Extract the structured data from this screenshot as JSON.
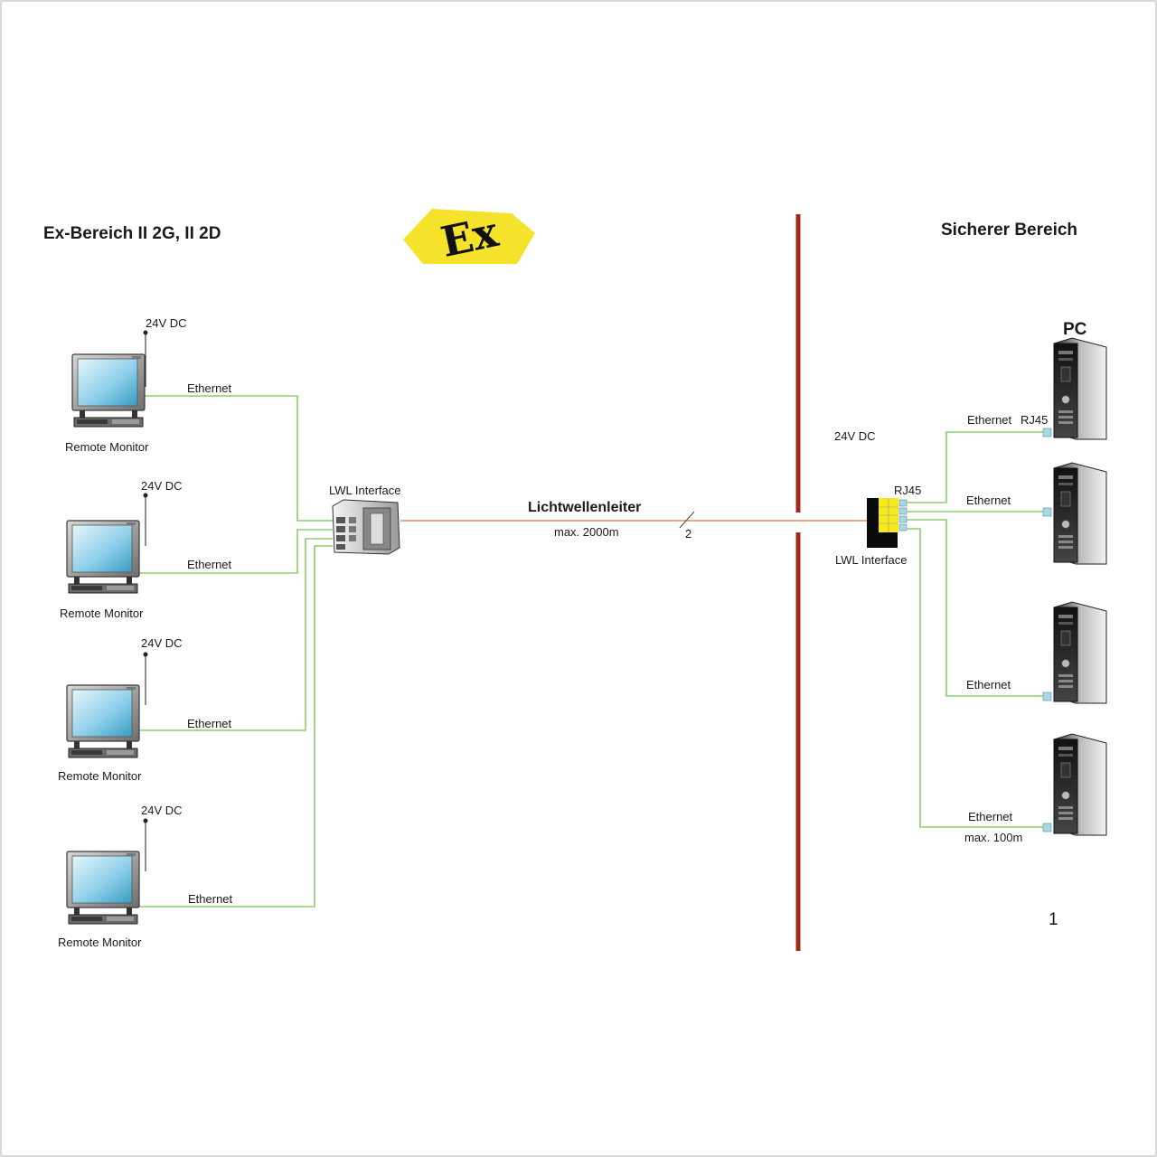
{
  "zones": {
    "hazardous_title": "Ex-Bereich  II 2G, II 2D",
    "safe_title": "Sicherer Bereich"
  },
  "ex_logo": {
    "glyph": "Ex",
    "color": "#f5e22a"
  },
  "remote_monitors": [
    {
      "label": "Remote Monitor",
      "power": "24V DC",
      "link": "Ethernet"
    },
    {
      "label": "Remote Monitor",
      "power": "24V DC",
      "link": "Ethernet"
    },
    {
      "label": "Remote Monitor",
      "power": "24V DC",
      "link": "Ethernet"
    },
    {
      "label": "Remote Monitor",
      "power": "24V DC",
      "link": "Ethernet"
    }
  ],
  "left_interface": {
    "label": "LWL Interface"
  },
  "fiber": {
    "title": "Lichtwellenleiter",
    "distance": "max. 2000m",
    "fiber_count": "2"
  },
  "right_interface": {
    "label": "LWL Interface",
    "power": "24V DC",
    "port": "RJ45"
  },
  "pcs": {
    "title": "PC",
    "links": [
      {
        "label": "Ethernet",
        "port": "RJ45"
      },
      {
        "label": "Ethernet"
      },
      {
        "label": "Ethernet"
      },
      {
        "label": "Ethernet",
        "distance": "max. 100m"
      }
    ]
  },
  "page_number": "1",
  "colors": {
    "ethernet": "#8ccf6e",
    "fiber": "#f08a5a",
    "barrier": "#a0281e",
    "module_yellow": "#f7ea1c",
    "connector": "#a9d8e6"
  }
}
